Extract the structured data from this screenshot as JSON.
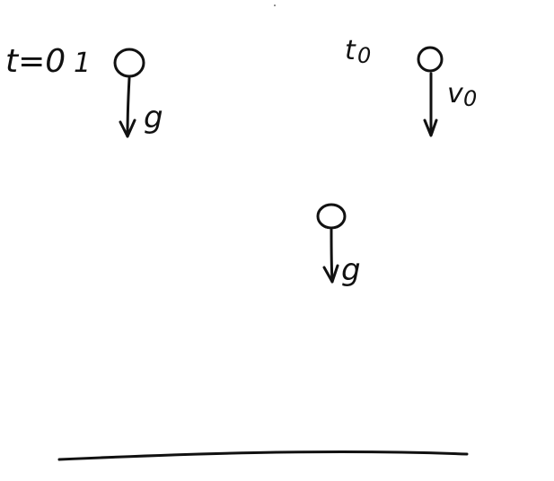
{
  "ink_color": "#111111",
  "background_color": "#ffffff",
  "labels": {
    "time_start": "t=0",
    "ball_one": "1",
    "time_t0": "t",
    "time_t0_subscript": "0",
    "velocity": "v",
    "velocity_subscript": "0",
    "gravity_ball_one": "g",
    "gravity_falling_ball": "g"
  }
}
